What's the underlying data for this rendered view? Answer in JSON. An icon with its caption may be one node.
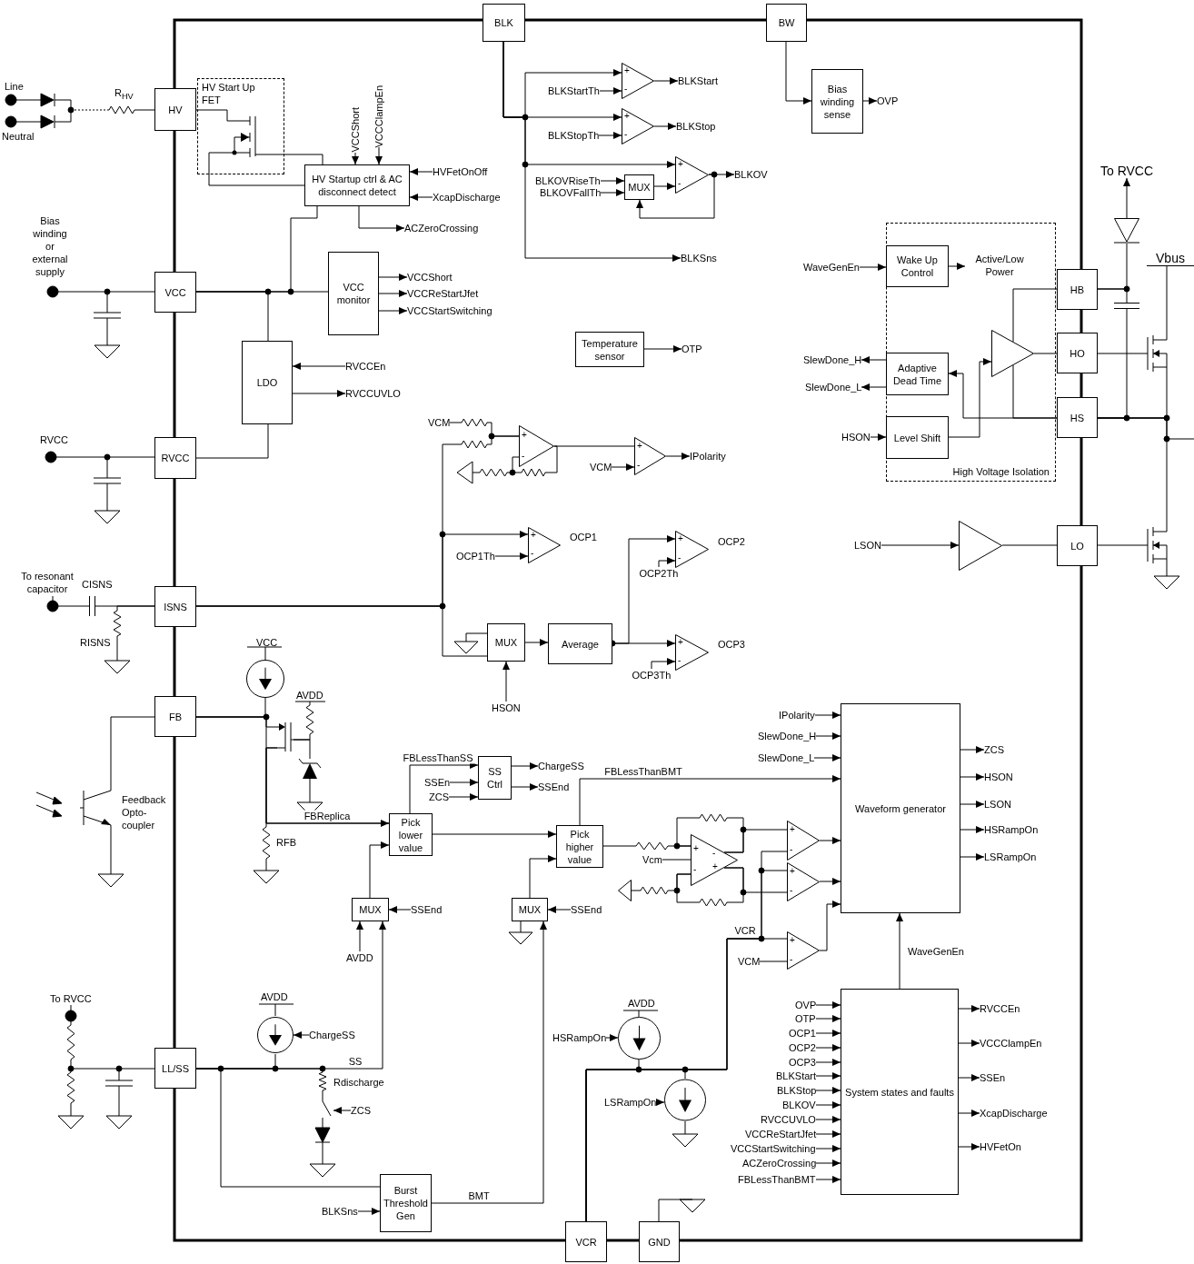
{
  "diagram": {
    "nodes": [
      {
        "text": [
          "BLK"
        ]
      },
      {
        "text": [
          "BW"
        ]
      },
      {
        "text": [
          "BLKStartTh"
        ]
      },
      {
        "text": [
          "+",
          "-"
        ]
      },
      {
        "text": [
          "BLKStart"
        ]
      },
      {
        "text": [
          "Bias winding sense"
        ]
      },
      {
        "text": [
          "OVP"
        ]
      },
      {
        "text": [
          "BLKStopTh"
        ]
      },
      {
        "text": [
          "+",
          "-"
        ]
      },
      {
        "text": [
          "BLKStop"
        ]
      },
      {
        "text": [
          "HV Start Up FET"
        ]
      },
      {
        "text": [
          "HV"
        ]
      },
      {
        "text": [
          "VCCShort"
        ]
      },
      {
        "text": [
          "VCCClampEn"
        ]
      },
      {
        "text": [
          "HVFetOnOff"
        ]
      },
      {
        "text": [
          "HV Startup ctrl & AC disconnect detect"
        ]
      },
      {
        "text": [
          "XcapDischarge"
        ]
      },
      {
        "text": [
          "BLKOVRiseTh"
        ]
      },
      {
        "text": [
          "BLKOVFallTh"
        ]
      },
      {
        "text": [
          "MUX"
        ]
      },
      {
        "text": [
          "+",
          "-"
        ]
      },
      {
        "text": [
          "BLKOV"
        ]
      },
      {
        "text": [
          "ACZeroCrossing"
        ]
      },
      {
        "text": [
          "BLKSns"
        ]
      },
      {
        "text": [
          "High Voltage Isolation"
        ]
      },
      {
        "text": [
          "WaveGenEn"
        ]
      },
      {
        "text": [
          "Wake Up Control"
        ],
        "in": 24
      },
      {
        "text": [
          "Active/Low Power"
        ],
        "in": 24
      },
      {
        "text": [
          "HB"
        ]
      },
      {
        "text": [
          "VCC"
        ]
      },
      {
        "text": [
          "VCC monitor"
        ]
      },
      {
        "text": [
          "VCCShort"
        ]
      },
      {
        "text": [
          "VCCReStartJfet"
        ]
      },
      {
        "text": [
          "VCCStartSwitching"
        ]
      },
      {
        "text": [
          "Temperature sensor"
        ]
      },
      {
        "text": [
          "OTP"
        ]
      },
      {
        "text": [
          "HO"
        ]
      },
      {
        "text": [
          "SlewDone_H"
        ]
      },
      {
        "text": [
          "Adaptive Dead Time"
        ],
        "in": 24
      },
      {
        "text": [],
        "shape": "triangle",
        "in": 24
      },
      {
        "text": [
          "SlewDone_L"
        ]
      },
      {
        "text": [
          "LDO"
        ]
      },
      {
        "text": [
          "RVCCEn"
        ]
      },
      {
        "text": [
          "RVCCUVLO"
        ]
      },
      {
        "text": [
          "HS"
        ]
      },
      {
        "text": [
          "VCM"
        ]
      },
      {
        "text": [
          "Level Shift"
        ],
        "in": 24
      },
      {
        "text": [
          "HSON"
        ]
      },
      {
        "text": [
          "RVCC"
        ]
      },
      {
        "text": [
          "+",
          "-"
        ]
      },
      {
        "text": [
          "+",
          "-"
        ]
      },
      {
        "text": [
          "VCM"
        ]
      },
      {
        "text": [
          "IPolarity"
        ]
      },
      {
        "text": [
          "+",
          "-"
        ],
        "beside": [
          "OCP1"
        ]
      },
      {
        "text": [
          "OCP1Th"
        ]
      },
      {
        "text": [],
        "shape": "triangle"
      },
      {
        "text": [
          "LSON"
        ]
      },
      {
        "text": [
          "+",
          "-"
        ],
        "beside": [
          "OCP2"
        ]
      },
      {
        "text": [
          "OCP2Th"
        ]
      },
      {
        "text": [
          "LO"
        ]
      },
      {
        "text": [
          "ISNS"
        ]
      },
      {
        "text": [
          "MUX"
        ]
      },
      {
        "text": [
          "Average"
        ]
      },
      {
        "text": [
          "+",
          "-"
        ],
        "beside": [
          "OCP3"
        ]
      },
      {
        "text": [
          "OCP3Th"
        ]
      },
      {
        "text": [
          "HSON"
        ]
      },
      {
        "text": [
          "FB"
        ]
      },
      {
        "text": [
          "IPolarity"
        ]
      },
      {
        "text": [
          "Waveform generator"
        ]
      },
      {
        "text": [
          "SlewDone_H"
        ]
      },
      {
        "text": [
          "ZCS"
        ]
      },
      {
        "text": [
          "SlewDone_L"
        ]
      },
      {
        "text": [
          "SS Ctrl"
        ]
      },
      {
        "text": [
          "ChargeSS"
        ]
      },
      {
        "text": [
          "SSEn"
        ]
      },
      {
        "text": [
          "HSON"
        ]
      },
      {
        "text": [
          "SSEnd"
        ]
      },
      {
        "text": [
          "ZCS"
        ]
      },
      {
        "text": [
          "LSON"
        ]
      },
      {
        "text": [
          "Pick lower value"
        ]
      },
      {
        "text": [
          "HSRampOn"
        ]
      },
      {
        "text": [
          "Pick higher value"
        ]
      },
      {
        "text": [
          "+",
          "-",
          "-",
          "+"
        ]
      },
      {
        "text": [
          "+",
          "-"
        ]
      },
      {
        "text": [
          "Vcm"
        ]
      },
      {
        "text": [
          "LSRampOn"
        ]
      },
      {
        "text": [
          "+",
          "-"
        ]
      },
      {
        "text": [
          "MUX"
        ]
      },
      {
        "text": [
          "SSEnd"
        ]
      },
      {
        "text": [
          "MUX"
        ]
      },
      {
        "text": [
          "SSEnd"
        ]
      },
      {
        "text": [
          "+",
          "-"
        ]
      },
      {
        "text": [
          "VCM"
        ]
      },
      {
        "text": [
          "AVDD"
        ]
      },
      {
        "text": [
          "System states and faults"
        ]
      },
      {
        "text": [
          "OVP"
        ]
      },
      {
        "text": [
          "OTP"
        ]
      },
      {
        "text": [
          "OCP1"
        ]
      },
      {
        "text": [
          "OCP2"
        ]
      },
      {
        "text": [
          "OCP3"
        ]
      },
      {
        "text": [
          "BLKStart"
        ]
      },
      {
        "text": [
          "BLKStop"
        ]
      },
      {
        "text": [
          "BLKOV"
        ]
      },
      {
        "text": [
          "RVCCUVLO"
        ]
      },
      {
        "text": [
          "VCCReStartJfet"
        ]
      },
      {
        "text": [
          "VCCStartSwitching"
        ]
      },
      {
        "text": [
          "ACZeroCrossing"
        ]
      },
      {
        "text": [
          "FBLessThanBMT"
        ]
      },
      {
        "text": [
          "RVCCEn"
        ]
      },
      {
        "text": [
          "VCCClampEn"
        ]
      },
      {
        "text": [
          "SSEn"
        ]
      },
      {
        "text": [
          "XcapDischarge"
        ]
      },
      {
        "text": [
          "HVFetOn"
        ]
      },
      {
        "text": [
          "HSRampOn"
        ]
      },
      {
        "text": [],
        "shape": "circle"
      },
      {
        "text": [
          "ChargeSS"
        ]
      },
      {
        "text": [],
        "shape": "circle"
      },
      {
        "text": [
          "LL/SS"
        ]
      },
      {
        "text": [
          "LSRampOn"
        ]
      },
      {
        "text": [],
        "shape": "circle"
      },
      {
        "text": [
          "ZCS"
        ]
      },
      {
        "text": [
          "Burst Threshold Gen"
        ]
      },
      {
        "text": [
          "BLKSns"
        ]
      },
      {
        "text": [
          "VCR"
        ]
      },
      {
        "text": [
          "GND"
        ]
      },
      {
        "text": [],
        "shape": "switch"
      },
      {
        "text": [],
        "shape": "transistor",
        "in": 10
      },
      {
        "text": [
          "To RVCC"
        ]
      },
      {
        "text": [
          "Vbus"
        ]
      },
      {
        "text": [],
        "shape": "diode"
      },
      {
        "text": [],
        "shape": "capacitor"
      },
      {
        "text": [],
        "shape": "transistor"
      },
      {
        "text": [],
        "shape": "transistor"
      },
      {
        "text": [],
        "shape": "transistor",
        "beside": [
          "Feedback Opto-coupler"
        ]
      },
      {
        "text": [
          "To RVCC"
        ]
      },
      {
        "text": [],
        "shape": "circle"
      },
      {
        "text": [],
        "shape": "transistor"
      },
      {
        "text": [],
        "shape": "resistor"
      },
      {
        "text": [],
        "shape": "diode"
      },
      {
        "text": [],
        "shape": "resistor",
        "beside": [
          "RFB"
        ]
      },
      {
        "text": [
          "To resonant capacitor"
        ]
      },
      {
        "text": [],
        "shape": "capacitor",
        "beside": [
          "CISNS"
        ]
      },
      {
        "text": [],
        "shape": "resistor",
        "beside": [
          "RISNS"
        ]
      },
      {
        "text": [],
        "shape": "ground"
      }
    ],
    "edges": [
      {
        "from": 0,
        "to": 3,
        "arrow": "to"
      },
      {
        "from": 2,
        "to": 3,
        "arrow": "to"
      },
      {
        "from": 3,
        "to": 4,
        "arrow": "to"
      },
      {
        "from": 0,
        "to": 8,
        "arrow": "to"
      },
      {
        "from": 7,
        "to": 8,
        "arrow": "to"
      },
      {
        "from": 8,
        "to": 9,
        "arrow": "to"
      },
      {
        "from": 0,
        "to": 20,
        "arrow": "to"
      },
      {
        "from": 17,
        "to": 19,
        "arrow": "to"
      },
      {
        "from": 18,
        "to": 19,
        "arrow": "to"
      },
      {
        "from": 19,
        "to": 20,
        "arrow": "to"
      },
      {
        "from": 20,
        "to": 21,
        "arrow": "to"
      },
      {
        "from": 20,
        "to": 19,
        "arrow": "to"
      },
      {
        "from": 0,
        "to": 23,
        "arrow": "to"
      },
      {
        "from": 1,
        "to": 5,
        "arrow": "to"
      },
      {
        "from": 5,
        "to": 6,
        "arrow": "to"
      },
      {
        "from": 126,
        "to": 15,
        "arrow": "none"
      },
      {
        "from": 126,
        "to": 15,
        "arrow": "none"
      },
      {
        "from": 12,
        "to": 15,
        "arrow": "to"
      },
      {
        "from": 13,
        "to": 15,
        "arrow": "to"
      },
      {
        "from": 14,
        "to": 15,
        "arrow": "to"
      },
      {
        "from": 16,
        "to": 15,
        "arrow": "to"
      },
      {
        "from": 15,
        "to": 22,
        "arrow": "to"
      },
      {
        "from": 29,
        "to": 15,
        "arrow": "none"
      },
      {
        "from": 29,
        "to": 30,
        "arrow": "none"
      },
      {
        "from": 29,
        "to": 41,
        "arrow": "none"
      },
      {
        "from": 30,
        "to": 31,
        "arrow": "to"
      },
      {
        "from": 30,
        "to": 32,
        "arrow": "to"
      },
      {
        "from": 30,
        "to": 33,
        "arrow": "to"
      },
      {
        "from": 42,
        "to": 41,
        "arrow": "to"
      },
      {
        "from": 41,
        "to": 43,
        "arrow": "to"
      },
      {
        "from": 41,
        "to": 48,
        "arrow": "none"
      },
      {
        "from": 34,
        "to": 35,
        "arrow": "to"
      },
      {
        "from": 25,
        "to": 26,
        "arrow": "to"
      },
      {
        "from": 26,
        "to": 27,
        "arrow": "to"
      },
      {
        "from": 28,
        "to": 39,
        "arrow": "none"
      },
      {
        "from": 39,
        "to": 36,
        "arrow": "none"
      },
      {
        "from": 44,
        "to": 39,
        "arrow": "none"
      },
      {
        "from": 44,
        "to": 38,
        "arrow": "to"
      },
      {
        "from": 38,
        "to": 37,
        "arrow": "to"
      },
      {
        "from": 38,
        "to": 40,
        "arrow": "to"
      },
      {
        "from": 47,
        "to": 46,
        "arrow": "to"
      },
      {
        "from": 46,
        "to": 39,
        "arrow": "to"
      },
      {
        "from": 45,
        "to": 49,
        "arrow": "none"
      },
      {
        "from": 60,
        "to": 49,
        "arrow": "none"
      },
      {
        "from": 49,
        "to": 50,
        "arrow": "none"
      },
      {
        "from": 51,
        "to": 50,
        "arrow": "to"
      },
      {
        "from": 50,
        "to": 52,
        "arrow": "to"
      },
      {
        "from": 60,
        "to": 53,
        "arrow": "to"
      },
      {
        "from": 54,
        "to": 53,
        "arrow": "to"
      },
      {
        "from": 56,
        "to": 55,
        "arrow": "to"
      },
      {
        "from": 55,
        "to": 59,
        "arrow": "none"
      },
      {
        "from": 60,
        "to": 61,
        "arrow": "none"
      },
      {
        "from": 65,
        "to": 61,
        "arrow": "to"
      },
      {
        "from": 61,
        "to": 62,
        "arrow": "to"
      },
      {
        "from": 62,
        "to": 57,
        "arrow": "to"
      },
      {
        "from": 58,
        "to": 57,
        "arrow": "to"
      },
      {
        "from": 62,
        "to": 63,
        "arrow": "to"
      },
      {
        "from": 64,
        "to": 63,
        "arrow": "to"
      },
      {
        "from": 66,
        "to": 79,
        "arrow": "to",
        "label": "FBReplica"
      },
      {
        "from": 79,
        "to": 72,
        "arrow": "to",
        "label": "FBLessThanSS"
      },
      {
        "from": 74,
        "to": 72,
        "arrow": "to"
      },
      {
        "from": 77,
        "to": 72,
        "arrow": "to"
      },
      {
        "from": 72,
        "to": 73,
        "arrow": "to"
      },
      {
        "from": 72,
        "to": 76,
        "arrow": "to"
      },
      {
        "from": 79,
        "to": 81,
        "arrow": "to"
      },
      {
        "from": 87,
        "to": 79,
        "arrow": "to"
      },
      {
        "from": 89,
        "to": 81,
        "arrow": "to"
      },
      {
        "from": 81,
        "to": 68,
        "arrow": "to",
        "label": "FBLessThanBMT"
      },
      {
        "from": 81,
        "to": 82,
        "arrow": "none"
      },
      {
        "from": 84,
        "to": 82,
        "arrow": "none"
      },
      {
        "from": 82,
        "to": 83,
        "arrow": "none"
      },
      {
        "from": 82,
        "to": 86,
        "arrow": "none"
      },
      {
        "from": 67,
        "to": 68,
        "arrow": "to"
      },
      {
        "from": 69,
        "to": 68,
        "arrow": "to"
      },
      {
        "from": 71,
        "to": 68,
        "arrow": "to"
      },
      {
        "from": 83,
        "to": 68,
        "arrow": "to"
      },
      {
        "from": 86,
        "to": 68,
        "arrow": "to"
      },
      {
        "from": 123,
        "to": 83,
        "arrow": "none"
      },
      {
        "from": 123,
        "to": 86,
        "arrow": "none"
      },
      {
        "from": 123,
        "to": 91,
        "arrow": "none",
        "label": "VCR"
      },
      {
        "from": 92,
        "to": 91,
        "arrow": "none"
      },
      {
        "from": 91,
        "to": 68,
        "arrow": "to"
      },
      {
        "from": 68,
        "to": 70,
        "arrow": "to"
      },
      {
        "from": 68,
        "to": 75,
        "arrow": "to"
      },
      {
        "from": 68,
        "to": 78,
        "arrow": "to"
      },
      {
        "from": 68,
        "to": 80,
        "arrow": "to"
      },
      {
        "from": 68,
        "to": 85,
        "arrow": "to"
      },
      {
        "from": 94,
        "to": 68,
        "arrow": "to",
        "label": "WaveGenEn"
      },
      {
        "from": 95,
        "to": 94,
        "arrow": "to"
      },
      {
        "from": 96,
        "to": 94,
        "arrow": "to"
      },
      {
        "from": 97,
        "to": 94,
        "arrow": "to"
      },
      {
        "from": 98,
        "to": 94,
        "arrow": "to"
      },
      {
        "from": 99,
        "to": 94,
        "arrow": "to"
      },
      {
        "from": 100,
        "to": 94,
        "arrow": "to"
      },
      {
        "from": 101,
        "to": 94,
        "arrow": "to"
      },
      {
        "from": 102,
        "to": 94,
        "arrow": "to"
      },
      {
        "from": 103,
        "to": 94,
        "arrow": "to"
      },
      {
        "from": 104,
        "to": 94,
        "arrow": "to"
      },
      {
        "from": 105,
        "to": 94,
        "arrow": "to"
      },
      {
        "from": 106,
        "to": 94,
        "arrow": "to"
      },
      {
        "from": 107,
        "to": 94,
        "arrow": "to"
      },
      {
        "from": 94,
        "to": 108,
        "arrow": "to"
      },
      {
        "from": 94,
        "to": 109,
        "arrow": "to"
      },
      {
        "from": 94,
        "to": 110,
        "arrow": "to"
      },
      {
        "from": 94,
        "to": 111,
        "arrow": "to"
      },
      {
        "from": 94,
        "to": 112,
        "arrow": "to"
      },
      {
        "from": 113,
        "to": 114,
        "arrow": "to"
      },
      {
        "from": 118,
        "to": 119,
        "arrow": "to"
      },
      {
        "from": 123,
        "to": 114,
        "arrow": "none"
      },
      {
        "from": 123,
        "to": 119,
        "arrow": "none"
      },
      {
        "from": 115,
        "to": 116,
        "arrow": "to"
      },
      {
        "from": 116,
        "to": 117,
        "arrow": "none"
      },
      {
        "from": 117,
        "to": 87,
        "arrow": "to",
        "label": "SS"
      },
      {
        "from": 93,
        "to": 87,
        "arrow": "to"
      },
      {
        "from": 88,
        "to": 87,
        "arrow": "to"
      },
      {
        "from": 90,
        "to": 89,
        "arrow": "to"
      },
      {
        "from": 117,
        "to": 121,
        "arrow": "none"
      },
      {
        "from": 122,
        "to": 121,
        "arrow": "to"
      },
      {
        "from": 121,
        "to": 89,
        "arrow": "to",
        "label": "BMT"
      },
      {
        "from": 120,
        "to": 125,
        "arrow": "to"
      },
      {
        "from": 11,
        "to": 126,
        "arrow": "none"
      },
      {
        "from": 117,
        "to": 125,
        "arrow": "none"
      },
      {
        "from": 49,
        "to": 49,
        "arrow": "none"
      },
      {
        "from": 82,
        "to": 82,
        "arrow": "none"
      },
      {
        "from": 82,
        "to": 82,
        "arrow": "none"
      },
      {
        "from": 28,
        "to": 129,
        "arrow": "none"
      },
      {
        "from": 129,
        "to": 127,
        "arrow": "to"
      },
      {
        "from": 28,
        "to": 130,
        "arrow": "none"
      },
      {
        "from": 130,
        "to": 44,
        "arrow": "none"
      },
      {
        "from": 36,
        "to": 131,
        "arrow": "none"
      },
      {
        "from": 131,
        "to": 128,
        "arrow": "none"
      },
      {
        "from": 44,
        "to": 131,
        "arrow": "none"
      },
      {
        "from": 59,
        "to": 132,
        "arrow": "none"
      },
      {
        "from": 44,
        "to": 132,
        "arrow": "none"
      },
      {
        "from": 44,
        "to": null,
        "arrow": "none"
      },
      {
        "from": 66,
        "to": 133,
        "arrow": "none"
      },
      {
        "from": 117,
        "to": 134,
        "arrow": "none"
      },
      {
        "from": 135,
        "to": 66,
        "arrow": "none"
      },
      {
        "from": 66,
        "to": 136,
        "arrow": "none"
      },
      {
        "from": 136,
        "to": 79,
        "arrow": "none"
      },
      {
        "from": 136,
        "to": 137,
        "arrow": "none"
      },
      {
        "from": 136,
        "to": 138,
        "arrow": "none"
      },
      {
        "from": 136,
        "to": 139,
        "arrow": "none"
      },
      {
        "from": 60,
        "to": 141,
        "arrow": "none"
      },
      {
        "from": 141,
        "to": 140,
        "arrow": "none"
      },
      {
        "from": 60,
        "to": 142,
        "arrow": "none"
      },
      {
        "from": 82,
        "to": 143,
        "arrow": "none"
      }
    ],
    "labels": [
      "Line",
      "R$_{HV}$",
      "Neutral",
      "Bias winding or external supply",
      "RVCC",
      "VCC",
      "AVDD",
      "AVDD",
      "AVDD",
      "Rdischarge"
    ]
  }
}
